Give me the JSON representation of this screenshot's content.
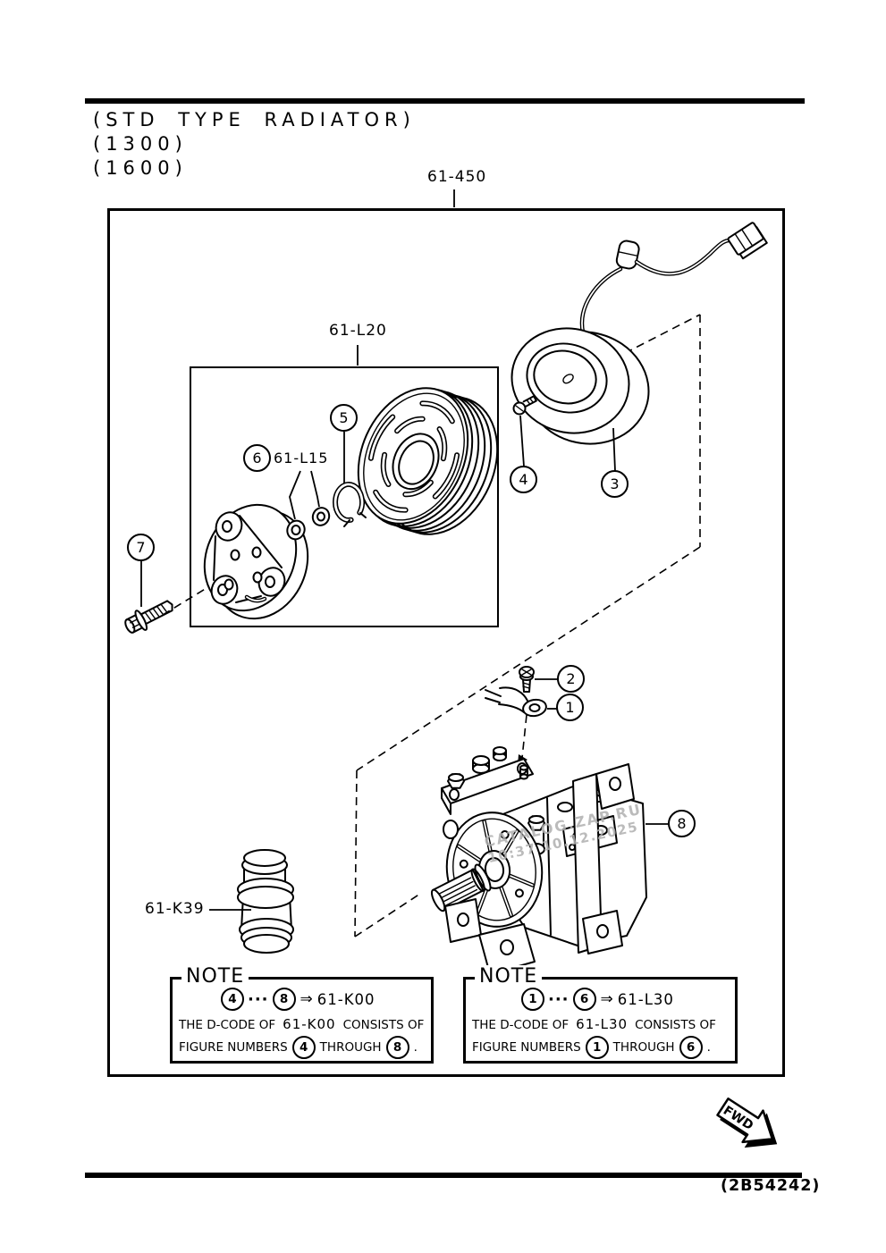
{
  "header": {
    "title": "(STD TYPE RADIATOR)",
    "engine1": "(1300)",
    "engine2": "(1600)"
  },
  "diagram": {
    "assembly_code": "61-450",
    "pulley_group_code": "61-L20",
    "washer_kit_code": "61-L15",
    "damper_code": "61-K39",
    "callouts": {
      "c1": "1",
      "c2": "2",
      "c3": "3",
      "c4": "4",
      "c5": "5",
      "c6": "6",
      "c7": "7",
      "c8": "8"
    }
  },
  "notes": {
    "left": {
      "title": "NOTE",
      "range_from": "4",
      "range_dots": "···",
      "range_to": "8",
      "arrow": "⇒",
      "group_code": "61-K00",
      "line2_a": "THE D-CODE OF",
      "line2_code": "61-K00",
      "line2_b": "CONSISTS OF",
      "line3_a": "FIGURE NUMBERS",
      "line3_from": "4",
      "line3_b": "THROUGH",
      "line3_to": "8",
      "line3_end": "."
    },
    "right": {
      "title": "NOTE",
      "range_from": "1",
      "range_dots": "···",
      "range_to": "6",
      "arrow": "⇒",
      "group_code": "61-L30",
      "line2_a": "THE D-CODE OF",
      "line2_code": "61-L30",
      "line2_b": "CONSISTS OF",
      "line3_a": "FIGURE NUMBERS",
      "line3_from": "1",
      "line3_b": "THROUGH",
      "line3_to": "6",
      "line3_end": "."
    }
  },
  "footer": {
    "fwd_label": "FWD",
    "sheet_code": "(2B54242)"
  },
  "watermark": {
    "line1": "CATALOG.ZAP.RU",
    "line2": "10:37 10.12.2025"
  }
}
